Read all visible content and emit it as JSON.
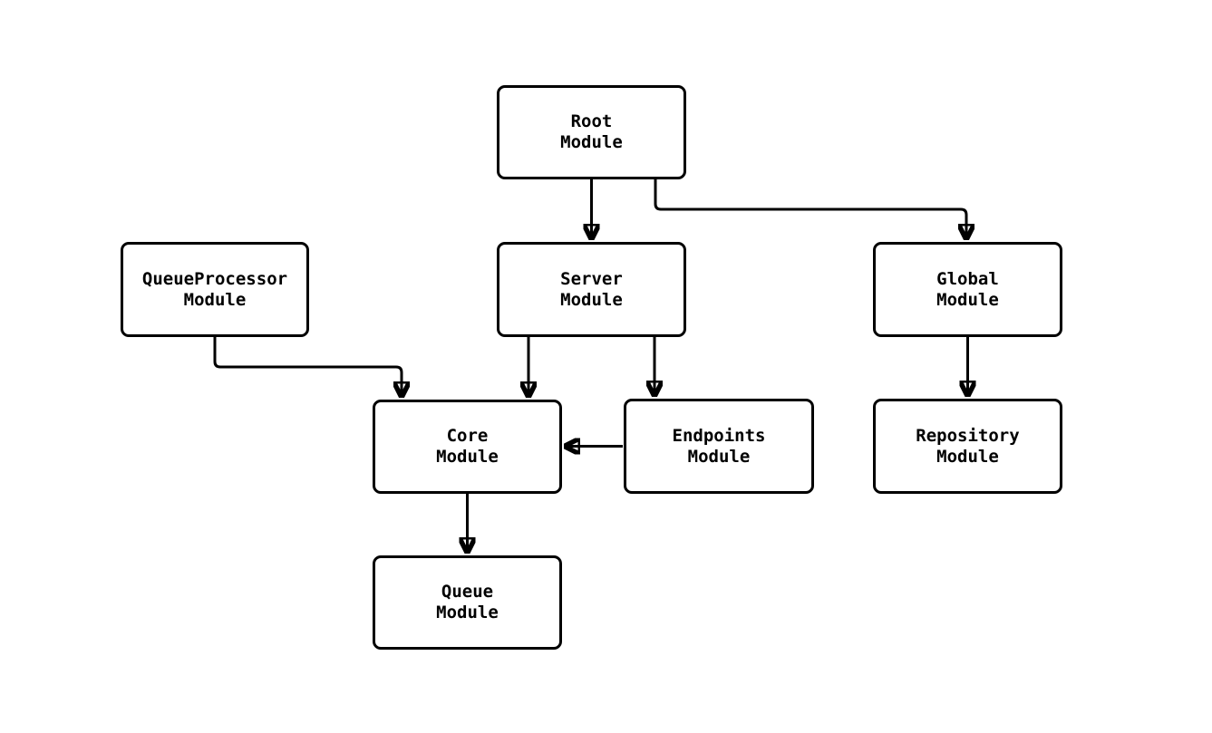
{
  "diagram": {
    "type": "module-dependency-diagram",
    "colors": {
      "background": "#ffffff",
      "node_fill": "#ffffff",
      "node_border": "#000000",
      "edge_stroke": "#000000",
      "text": "#000000"
    },
    "nodes": {
      "root": {
        "line1": "Root",
        "line2": "Module"
      },
      "queueproc": {
        "line1": "QueueProcessor",
        "line2": "Module"
      },
      "server": {
        "line1": "Server",
        "line2": "Module"
      },
      "global": {
        "line1": "Global",
        "line2": "Module"
      },
      "core": {
        "line1": "Core",
        "line2": "Module"
      },
      "endpoints": {
        "line1": "Endpoints",
        "line2": "Module"
      },
      "repository": {
        "line1": "Repository",
        "line2": "Module"
      },
      "queue": {
        "line1": "Queue",
        "line2": "Module"
      }
    },
    "edges": [
      {
        "from": "Root Module",
        "to": "Server Module"
      },
      {
        "from": "Root Module",
        "to": "Global Module"
      },
      {
        "from": "QueueProcessor Module",
        "to": "Core Module"
      },
      {
        "from": "Server Module",
        "to": "Core Module"
      },
      {
        "from": "Server Module",
        "to": "Endpoints Module"
      },
      {
        "from": "Endpoints Module",
        "to": "Core Module"
      },
      {
        "from": "Global Module",
        "to": "Repository Module"
      },
      {
        "from": "Core Module",
        "to": "Queue Module"
      }
    ]
  }
}
